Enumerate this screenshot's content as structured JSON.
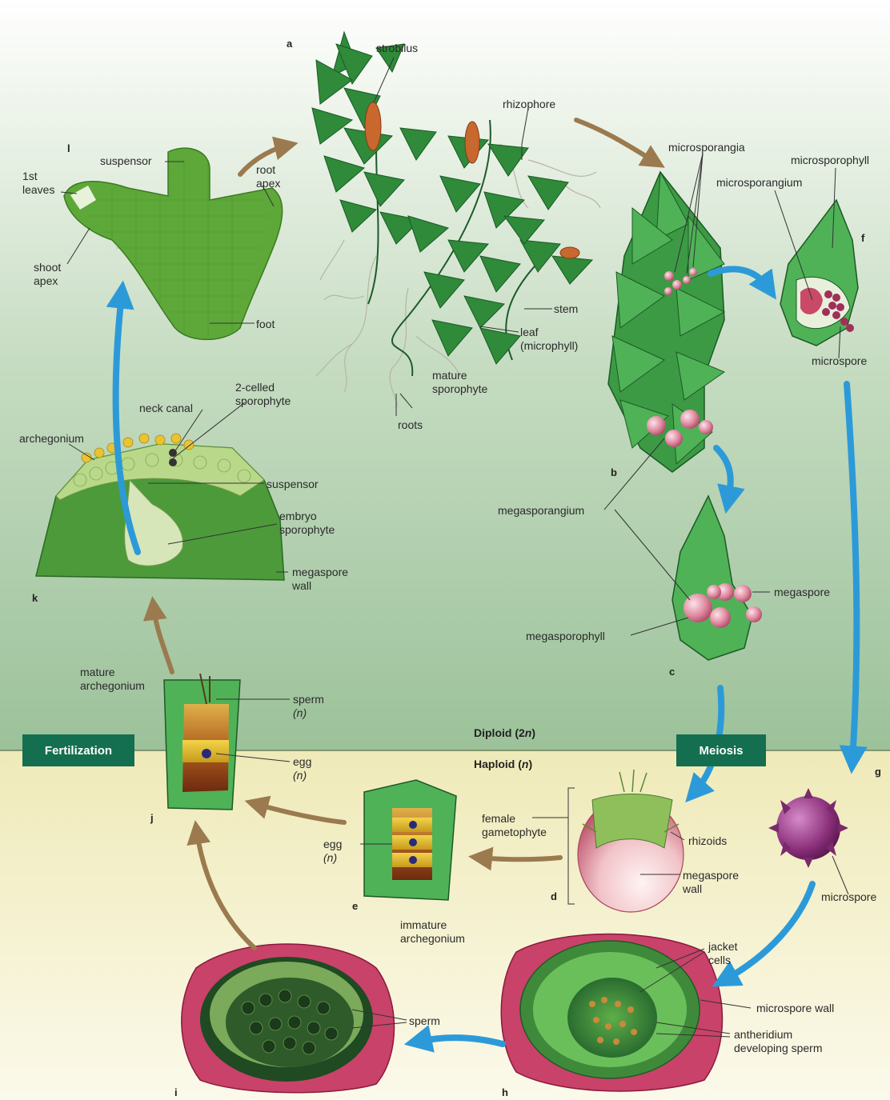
{
  "stages": {
    "a": "a",
    "b": "b",
    "c": "c",
    "d": "d",
    "e": "e",
    "f": "f",
    "g": "g",
    "h": "h",
    "i": "i",
    "j": "j",
    "k": "k",
    "l": "l"
  },
  "phases": {
    "fertilization": "Fertilization",
    "meiosis": "Meiosis",
    "diploid_prefix": "Diploid (2",
    "diploid_var": "n",
    "diploid_suffix": ")",
    "haploid_prefix": "Haploid (",
    "haploid_var": "n",
    "haploid_suffix": ")"
  },
  "labels": {
    "strobilus": "strobilus",
    "rhizophore": "rhizophore",
    "stem": "stem",
    "leaf_microphyll": "leaf\n(microphyll)",
    "mature_sporophyte": "mature\nsporophyte",
    "roots": "roots",
    "suspensor_l": "suspensor",
    "first_leaves": "1st\nleaves",
    "root_apex": "root\napex",
    "shoot_apex": "shoot\napex",
    "foot": "foot",
    "microsporangia": "microsporangia",
    "microsporophyll": "microsporophyll",
    "microsporangium": "microsporangium",
    "microspore_f": "microspore",
    "neck_canal": "neck canal",
    "two_celled_sporophyte": "2-celled\nsporophyte",
    "archegonium": "archegonium",
    "suspensor_k": "suspensor",
    "embryo_sporophyte": "embryo\nsporophyte",
    "megaspore_wall_k": "megaspore\nwall",
    "megasporangium": "megasporangium",
    "megaspore": "megaspore",
    "megasporophyll": "megasporophyll",
    "mature_archegonium": "mature\narchegonium",
    "sperm_j_word": "sperm",
    "sperm_j_n": "(n)",
    "egg_j_word": "egg",
    "egg_j_n": "(n)",
    "female_gametophyte": "female\ngametophyte",
    "egg_e_word": "egg",
    "egg_e_n": "(n)",
    "rhizoids": "rhizoids",
    "megaspore_wall_d": "megaspore\nwall",
    "immature_archegonium": "immature\narchegonium",
    "microspore_g": "microspore",
    "jacket_cells": "jacket\ncells",
    "microspore_wall": "microspore wall",
    "antheridium_sperm": "antheridium\ndeveloping sperm",
    "sperm_i": "sperm"
  },
  "colors": {
    "diploid_bg_top": "#ffffff",
    "diploid_bg_bottom": "#9ec29c",
    "haploid_bg_top": "#f2efc0",
    "haploid_bg_bottom": "#fbf8e4",
    "banner": "#146e50",
    "blue_arrow": "#2c9ad8",
    "brown_arrow": "#9a7a4e",
    "leaf_green": "#2f8a3a",
    "sporangium_pink": "#d47a8f",
    "strobilus_orange": "#c8682e"
  }
}
